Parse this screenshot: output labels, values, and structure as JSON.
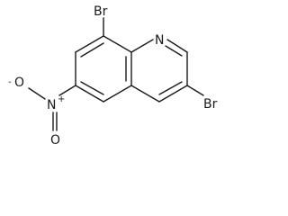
{
  "structure": {
    "atoms": {
      "br_top": "Br",
      "br_right": "Br",
      "ring_nitrogen": "N",
      "nitro_nitrogen": "N",
      "nitro_oxygen_left": "O",
      "nitro_oxygen_bottom": "O",
      "nitro_n_charge": "+",
      "nitro_o_charge": "-"
    }
  }
}
